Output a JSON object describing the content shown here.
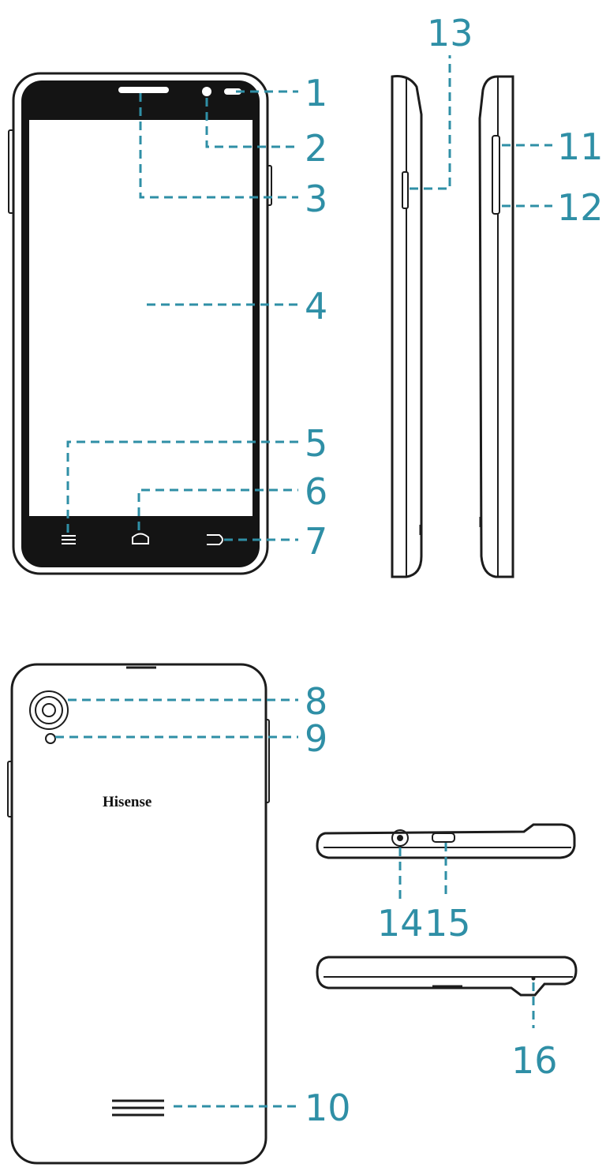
{
  "brand_text": "Hisense",
  "colors": {
    "accent": "#2f8fa6",
    "outline": "#1c1c1c",
    "screen": "#141414"
  },
  "callouts": [
    {
      "id": "1",
      "label": "1"
    },
    {
      "id": "2",
      "label": "2"
    },
    {
      "id": "3",
      "label": "3"
    },
    {
      "id": "4",
      "label": "4"
    },
    {
      "id": "5",
      "label": "5"
    },
    {
      "id": "6",
      "label": "6"
    },
    {
      "id": "7",
      "label": "7"
    },
    {
      "id": "8",
      "label": "8"
    },
    {
      "id": "9",
      "label": "9"
    },
    {
      "id": "10",
      "label": "10"
    },
    {
      "id": "11",
      "label": "11"
    },
    {
      "id": "12",
      "label": "12"
    },
    {
      "id": "13",
      "label": "13"
    },
    {
      "id": "14",
      "label": "14"
    },
    {
      "id": "15",
      "label": "15"
    },
    {
      "id": "16",
      "label": "16"
    }
  ]
}
